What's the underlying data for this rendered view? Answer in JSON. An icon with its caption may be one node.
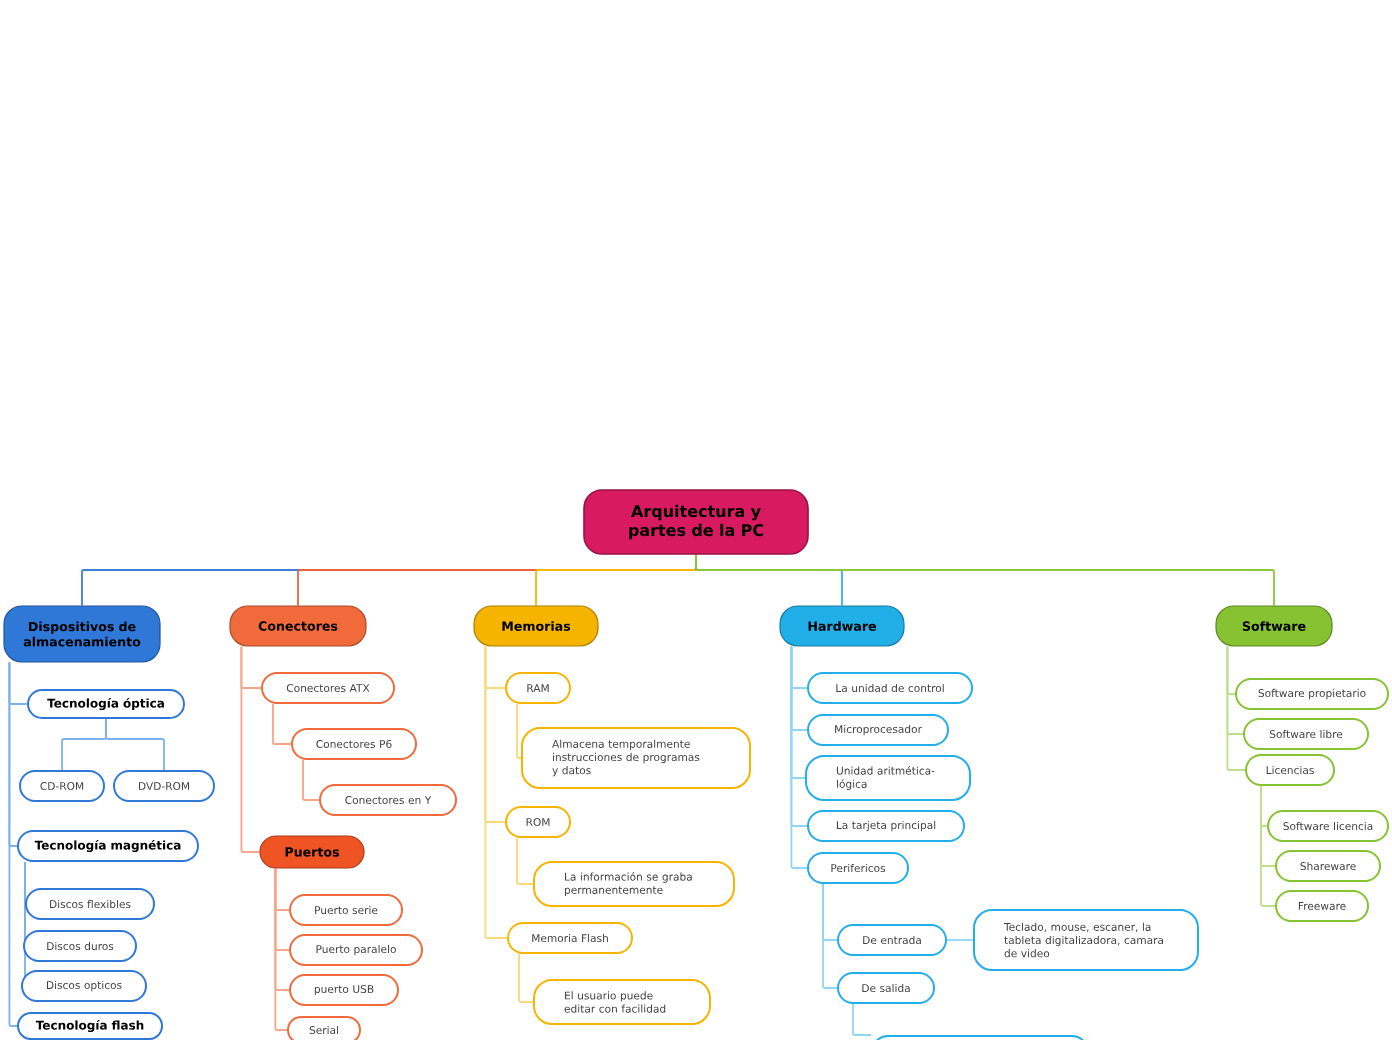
{
  "diagram": {
    "nodes": [
      {
        "text": [
          "Arquitectura y partes de la PC"
        ]
      },
      {
        "text": [
          "Dispositivos de almacenamiento"
        ]
      },
      {
        "text": [
          "Tecnología óptica"
        ]
      },
      {
        "text": [
          "CD-ROM"
        ]
      },
      {
        "text": [
          "DVD-ROM"
        ]
      },
      {
        "text": [
          "Tecnología magnética"
        ]
      },
      {
        "text": [
          "Discos flexibles"
        ]
      },
      {
        "text": [
          "Discos duros"
        ]
      },
      {
        "text": [
          "Discos opticos"
        ]
      },
      {
        "text": [
          "Tecnología flash"
        ]
      },
      {
        "text": [
          "Conectores"
        ]
      },
      {
        "text": [
          "Conectores ATX"
        ]
      },
      {
        "text": [
          "Conectores P6"
        ]
      },
      {
        "text": [
          "Conectores en Y"
        ]
      },
      {
        "text": [
          "Puertos"
        ]
      },
      {
        "text": [
          "Puerto serie"
        ]
      },
      {
        "text": [
          "Puerto paralelo"
        ]
      },
      {
        "text": [
          "puerto USB"
        ]
      },
      {
        "text": [
          "Serial"
        ]
      },
      {
        "text": [
          "Memorias"
        ]
      },
      {
        "text": [
          "RAM"
        ]
      },
      {
        "text": [
          "Almacena temporalmente instrucciones de programas y datos"
        ]
      },
      {
        "text": [
          "ROM"
        ]
      },
      {
        "text": [
          "La información se graba permanentemente"
        ]
      },
      {
        "text": [
          "Memoria Flash"
        ]
      },
      {
        "text": [
          "El usuario puede editar con facilidad"
        ]
      },
      {
        "text": [
          "Hardware"
        ]
      },
      {
        "text": [
          "La unidad de control"
        ]
      },
      {
        "text": [
          "Microprocesador"
        ]
      },
      {
        "text": [
          "Unidad aritmética-lógica"
        ]
      },
      {
        "text": [
          "La tarjeta principal"
        ]
      },
      {
        "text": [
          "Perifericos"
        ]
      },
      {
        "text": [
          "De entrada"
        ]
      },
      {
        "text": [
          "Teclado, mouse, escaner, la tableta digitalizadora, camara de video"
        ]
      },
      {
        "text": [
          "De salida"
        ]
      },
      {
        "text": [],
        "shape": "box"
      },
      {
        "text": [
          "Software"
        ]
      },
      {
        "text": [
          "Software propietario"
        ]
      },
      {
        "text": [
          "Software libre"
        ]
      },
      {
        "text": [
          "Licencias"
        ]
      },
      {
        "text": [
          "Software licencia"
        ]
      },
      {
        "text": [
          "Shareware"
        ]
      },
      {
        "text": [
          "Freeware"
        ]
      }
    ],
    "edges": [
      {
        "from": 0,
        "to": 1,
        "arrow": "none",
        "color": "#3a7fd5"
      },
      {
        "from": 0,
        "to": 10,
        "arrow": "none",
        "color": "#e8643c"
      },
      {
        "from": 0,
        "to": 19,
        "arrow": "none",
        "color": "#f5b800"
      },
      {
        "from": 0,
        "to": 26,
        "arrow": "none",
        "color": "#33b5e5"
      },
      {
        "from": 0,
        "to": 36,
        "arrow": "none",
        "color": "#8cc63f"
      },
      {
        "from": 1,
        "to": 2,
        "arrow": "none",
        "color": "#7fb0ec"
      },
      {
        "from": 1,
        "to": 5,
        "arrow": "none",
        "color": "#7fb0ec"
      },
      {
        "from": 1,
        "to": 9,
        "arrow": "none",
        "color": "#7fb0ec"
      },
      {
        "from": 2,
        "to": 3,
        "arrow": "none",
        "color": "#7fb0ec"
      },
      {
        "from": 2,
        "to": 4,
        "arrow": "none",
        "color": "#7fb0ec"
      },
      {
        "from": 5,
        "to": 6,
        "arrow": "none",
        "color": "#7fb0ec"
      },
      {
        "from": 5,
        "to": 7,
        "arrow": "none",
        "color": "#7fb0ec"
      },
      {
        "from": 5,
        "to": 8,
        "arrow": "none",
        "color": "#7fb0ec"
      },
      {
        "from": 10,
        "to": 11,
        "arrow": "none",
        "color": "#f4a58a"
      },
      {
        "from": 10,
        "to": 14,
        "arrow": "none",
        "color": "#f4a58a"
      },
      {
        "from": 11,
        "to": 12,
        "arrow": "none",
        "color": "#f4a58a"
      },
      {
        "from": 12,
        "to": 13,
        "arrow": "none",
        "color": "#f4a58a"
      },
      {
        "from": 14,
        "to": 15,
        "arrow": "none",
        "color": "#f4a58a"
      },
      {
        "from": 14,
        "to": 16,
        "arrow": "none",
        "color": "#f4a58a"
      },
      {
        "from": 14,
        "to": 17,
        "arrow": "none",
        "color": "#f4a58a"
      },
      {
        "from": 14,
        "to": 18,
        "arrow": "none",
        "color": "#f4a58a"
      },
      {
        "from": 19,
        "to": 20,
        "arrow": "none",
        "color": "#f9d77a"
      },
      {
        "from": 19,
        "to": 22,
        "arrow": "none",
        "color": "#f9d77a"
      },
      {
        "from": 19,
        "to": 24,
        "arrow": "none",
        "color": "#f9d77a"
      },
      {
        "from": 20,
        "to": 21,
        "arrow": "none",
        "color": "#f9d77a"
      },
      {
        "from": 22,
        "to": 23,
        "arrow": "none",
        "color": "#f9d77a"
      },
      {
        "from": 24,
        "to": 25,
        "arrow": "none",
        "color": "#f9d77a"
      },
      {
        "from": 26,
        "to": 27,
        "arrow": "none",
        "color": "#8fd6f2"
      },
      {
        "from": 26,
        "to": 28,
        "arrow": "none",
        "color": "#8fd6f2"
      },
      {
        "from": 26,
        "to": 29,
        "arrow": "none",
        "color": "#8fd6f2"
      },
      {
        "from": 26,
        "to": 30,
        "arrow": "none",
        "color": "#8fd6f2"
      },
      {
        "from": 26,
        "to": 31,
        "arrow": "none",
        "color": "#8fd6f2"
      },
      {
        "from": 31,
        "to": 32,
        "arrow": "none",
        "color": "#8fd6f2"
      },
      {
        "from": 31,
        "to": 34,
        "arrow": "none",
        "color": "#8fd6f2"
      },
      {
        "from": 32,
        "to": 33,
        "arrow": "none",
        "color": "#8fd6f2"
      },
      {
        "from": 34,
        "to": 35,
        "arrow": "none",
        "color": "#8fd6f2"
      },
      {
        "from": 36,
        "to": 37,
        "arrow": "none",
        "color": "#bfe08a"
      },
      {
        "from": 36,
        "to": 38,
        "arrow": "none",
        "color": "#bfe08a"
      },
      {
        "from": 36,
        "to": 39,
        "arrow": "none",
        "color": "#bfe08a"
      },
      {
        "from": 39,
        "to": 40,
        "arrow": "none",
        "color": "#bfe08a"
      },
      {
        "from": 39,
        "to": 41,
        "arrow": "none",
        "color": "#bfe08a"
      },
      {
        "from": 39,
        "to": 42,
        "arrow": "none",
        "color": "#bfe08a"
      }
    ]
  }
}
